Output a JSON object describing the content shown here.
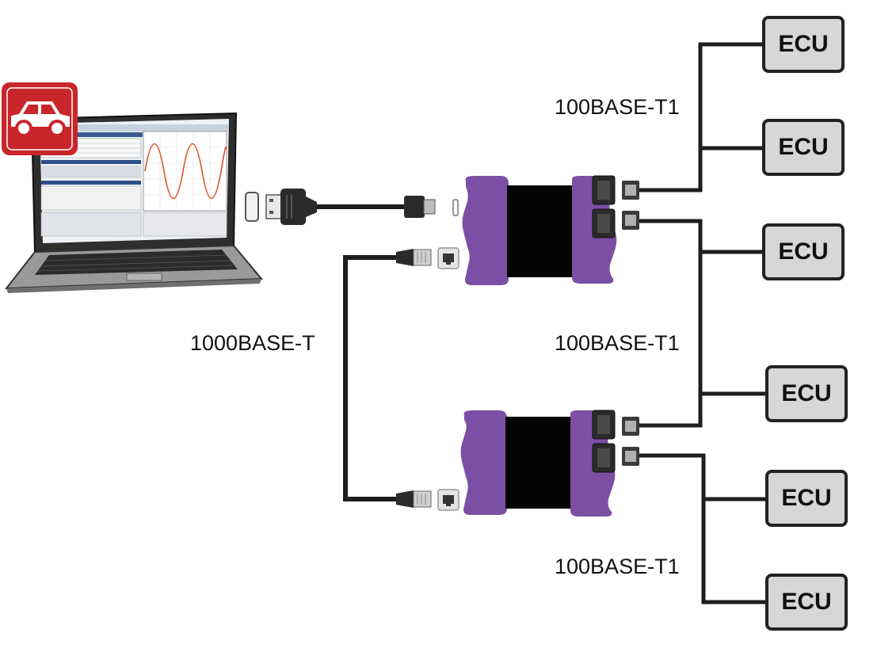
{
  "labels": {
    "link_1000": "1000BASE-T",
    "link_t1_top": "100BASE-T1",
    "link_t1_mid": "100BASE-T1",
    "link_t1_bottom": "100BASE-T1"
  },
  "ecus": [
    "ECU",
    "ECU",
    "ECU",
    "ECU",
    "ECU",
    "ECU"
  ],
  "colors": {
    "interface_purple": "#7b4fa3",
    "interface_body": "#050505",
    "cable": "#1e1e1e",
    "ecu_fill": "#d7d7d7",
    "app_icon_red": "#c8262b"
  },
  "icons": [
    "laptop-icon",
    "car-app-icon",
    "usb-cable-icon",
    "rj45-connector-icon",
    "ethernet-interface-icon"
  ]
}
